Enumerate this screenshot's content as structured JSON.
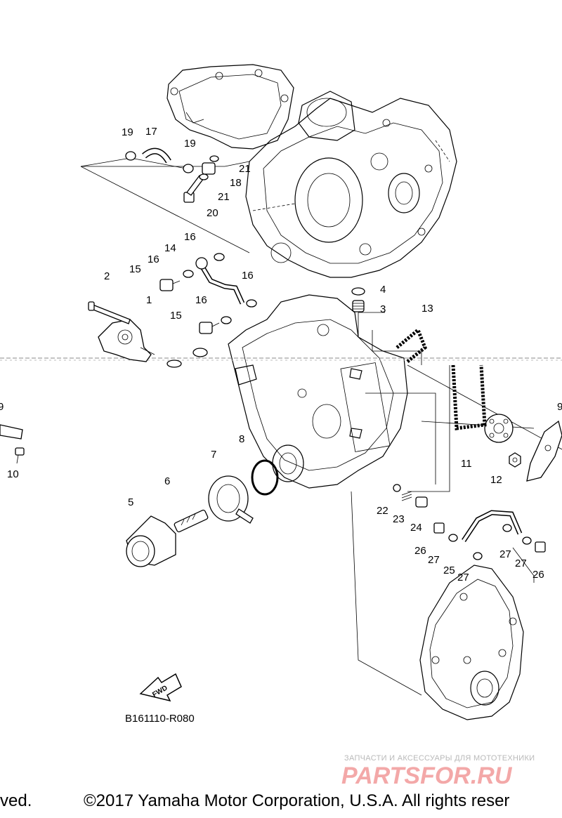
{
  "callouts": [
    {
      "id": "c1",
      "text": "1"
    },
    {
      "id": "c2",
      "text": "2"
    },
    {
      "id": "c3",
      "text": "3"
    },
    {
      "id": "c4",
      "text": "4"
    },
    {
      "id": "c5",
      "text": "5"
    },
    {
      "id": "c6",
      "text": "6"
    },
    {
      "id": "c7",
      "text": "7"
    },
    {
      "id": "c8",
      "text": "8"
    },
    {
      "id": "c9a",
      "text": "9"
    },
    {
      "id": "c9b",
      "text": "9"
    },
    {
      "id": "c10",
      "text": "10"
    },
    {
      "id": "c11",
      "text": "11"
    },
    {
      "id": "c12",
      "text": "12"
    },
    {
      "id": "c13",
      "text": "13"
    },
    {
      "id": "c14",
      "text": "14"
    },
    {
      "id": "c15a",
      "text": "15"
    },
    {
      "id": "c15b",
      "text": "15"
    },
    {
      "id": "c16a",
      "text": "16"
    },
    {
      "id": "c16b",
      "text": "16"
    },
    {
      "id": "c16c",
      "text": "16"
    },
    {
      "id": "c16d",
      "text": "16"
    },
    {
      "id": "c17",
      "text": "17"
    },
    {
      "id": "c18",
      "text": "18"
    },
    {
      "id": "c19a",
      "text": "19"
    },
    {
      "id": "c19b",
      "text": "19"
    },
    {
      "id": "c20",
      "text": "20"
    },
    {
      "id": "c21a",
      "text": "21"
    },
    {
      "id": "c21b",
      "text": "21"
    },
    {
      "id": "c22",
      "text": "22"
    },
    {
      "id": "c23",
      "text": "23"
    },
    {
      "id": "c24",
      "text": "24"
    },
    {
      "id": "c25",
      "text": "25"
    },
    {
      "id": "c26a",
      "text": "26"
    },
    {
      "id": "c26b",
      "text": "26"
    },
    {
      "id": "c27a",
      "text": "27"
    },
    {
      "id": "c27b",
      "text": "27"
    },
    {
      "id": "c27c",
      "text": "27"
    },
    {
      "id": "c27d",
      "text": "27"
    }
  ],
  "fwd_label": "FWD",
  "reference_code": "B161110-R080",
  "watermark": {
    "tagline": "ЗАПЧАСТИ И АКСЕССУАРЫ ДЛЯ МОТОТЕХНИКИ",
    "brand": "PARTSFOR.RU"
  },
  "copyright": {
    "left_fragment": "ved.",
    "main": "©2017 Yamaha Motor Corporation, U.S.A. All rights reser"
  }
}
